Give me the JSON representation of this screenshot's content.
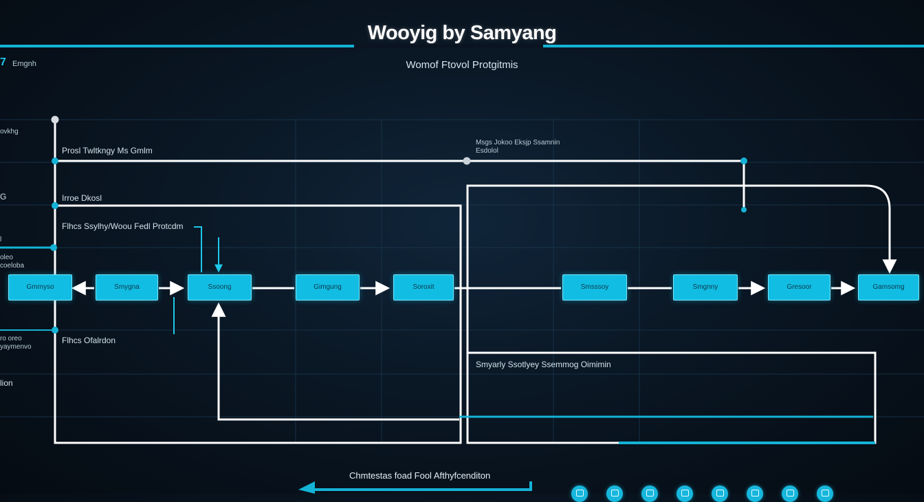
{
  "header": {
    "title": "Wooyig by Samyang",
    "subtitle": "Womof Ftovol Protgitmis",
    "brand_label": "Emgnh"
  },
  "left_edge_labels": {
    "l1": "ovkhg",
    "l2": "G",
    "l3": "l",
    "l4a": "oleo",
    "l4b": "coeloba",
    "l5a": "ro oreo",
    "l5b": "yaymenvo",
    "l6": "lion"
  },
  "lane_labels": {
    "lane1": "Prosl Twltkngy Ms Gmlm",
    "lane2": "Irroe Dkosl",
    "lane3": "Flhcs Ssylhy/Woou Fedl Protcdm",
    "lane4": "Flhcs Ofalrdon",
    "upper_right_a": "Msgs Jokoo Eksjp Ssamnin",
    "upper_right_b": "Esdolol",
    "lower_right": "Smyarly Ssotlyey Ssemmog Oimimin"
  },
  "nodes": [
    {
      "label": "Gmmyso"
    },
    {
      "label": "Smygna"
    },
    {
      "label": "Ssoong"
    },
    {
      "label": "Gimgung"
    },
    {
      "label": "Soroxit"
    },
    {
      "label": "Smsssoy"
    },
    {
      "label": "Smgnny"
    },
    {
      "label": "Gresoor"
    },
    {
      "label": "Gamsomg"
    }
  ],
  "footer": {
    "label": "Chmtestas foad Fool Afthyfcenditon"
  },
  "icons": [
    "app-icon",
    "app-icon",
    "app-icon",
    "app-icon",
    "app-icon",
    "app-icon",
    "app-icon",
    "app-icon"
  ],
  "colors": {
    "accent": "#12bde3",
    "background": "#081420",
    "line": "#ffffff"
  }
}
